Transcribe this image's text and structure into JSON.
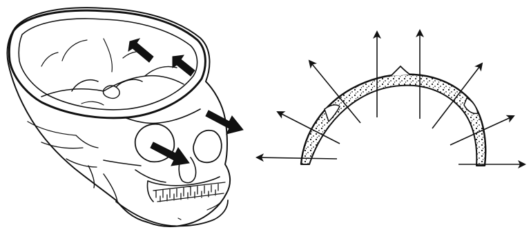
{
  "figure": {
    "panels": [
      {
        "id": "skull",
        "depicts": "skull-with-calvaria-removed"
      },
      {
        "id": "vault-section",
        "depicts": "cranial-vault-cross-section"
      }
    ],
    "arrow_style": {
      "skull": "heavy-black",
      "vault": "thin-line"
    },
    "ink_color": "#111111",
    "background_color": "#ffffff"
  }
}
